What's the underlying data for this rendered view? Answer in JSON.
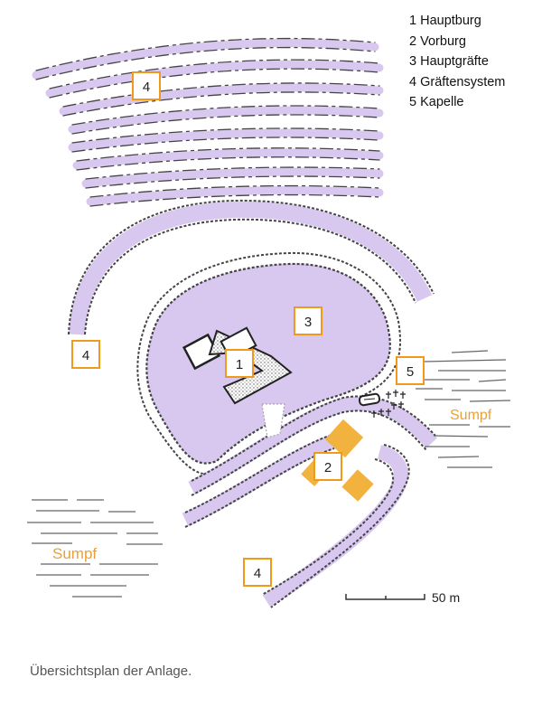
{
  "legend": [
    {
      "num": "1",
      "label": "Hauptburg"
    },
    {
      "num": "2",
      "label": "Vorburg"
    },
    {
      "num": "3",
      "label": "Hauptgräfte"
    },
    {
      "num": "4",
      "label": "Gräftensystem"
    },
    {
      "num": "5",
      "label": "Kapelle"
    }
  ],
  "area_labels": {
    "sumpf_right": "Sumpf",
    "sumpf_left": "Sumpf"
  },
  "scale": {
    "label": "50 m"
  },
  "markers": [
    "4",
    "4",
    "4",
    "3",
    "1",
    "5",
    "2"
  ],
  "caption": "Übersichtsplan der Anlage.",
  "colors": {
    "water": "#d8c8ef",
    "bank": "#444444",
    "outbuilding": "#f2b23e",
    "marker_border": "#ef9a1a",
    "marker_text": "#222222",
    "sumpf_text": "#e8a13a"
  }
}
